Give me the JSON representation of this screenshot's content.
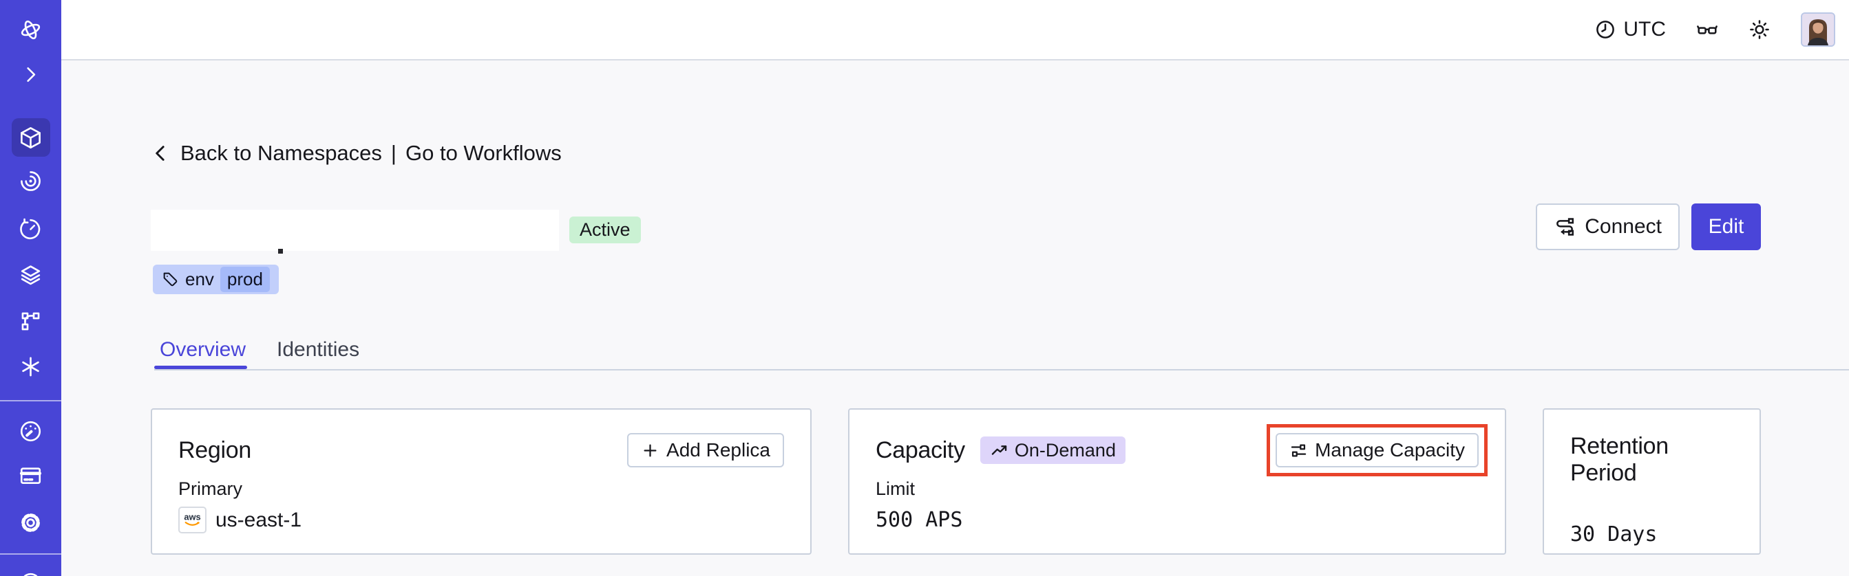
{
  "topbar": {
    "timezone": "UTC"
  },
  "breadcrumb": {
    "back": "Back to Namespaces",
    "separator": "|",
    "forward": "Go to Workflows"
  },
  "namespace": {
    "status": "Active",
    "tag_key": "env",
    "tag_value": "prod",
    "connect": "Connect",
    "edit": "Edit"
  },
  "tabs": {
    "overview": "Overview",
    "identities": "Identities"
  },
  "region_card": {
    "title": "Region",
    "add_replica": "Add Replica",
    "primary_label": "Primary",
    "provider": "aws",
    "value": "us-east-1"
  },
  "capacity_card": {
    "title": "Capacity",
    "badge": "On-Demand",
    "limit_label": "Limit",
    "value": "500 APS",
    "manage": "Manage Capacity"
  },
  "retention_card": {
    "title": "Retention Period",
    "value": "30 Days"
  },
  "colors": {
    "accent": "#4a45d9",
    "sidebar": "#4845d6",
    "sidebar_active": "#3b38b0",
    "status_badge_bg": "#caf1d3",
    "tag_bg": "#c2cffb",
    "tag_inner_bg": "#a5baf9",
    "ondemand_bg": "#ded5fa",
    "annotation_highlight": "#e8432a",
    "aws_orange": "#ff9900"
  }
}
